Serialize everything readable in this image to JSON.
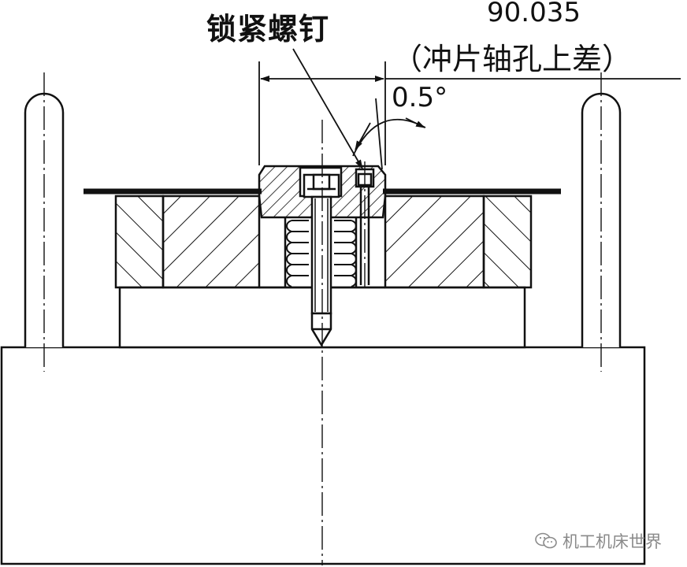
{
  "labels": {
    "screw": "锁紧螺钉",
    "dimension_value": "90.035",
    "dimension_note": "（冲片轴孔上差）",
    "angle": "0.5°"
  },
  "watermark": {
    "text": "机工机床世界",
    "icon": "wechat-icon"
  },
  "colors": {
    "line": "#111111",
    "background": "#ffffff",
    "watermark": "#8a8a8a"
  }
}
